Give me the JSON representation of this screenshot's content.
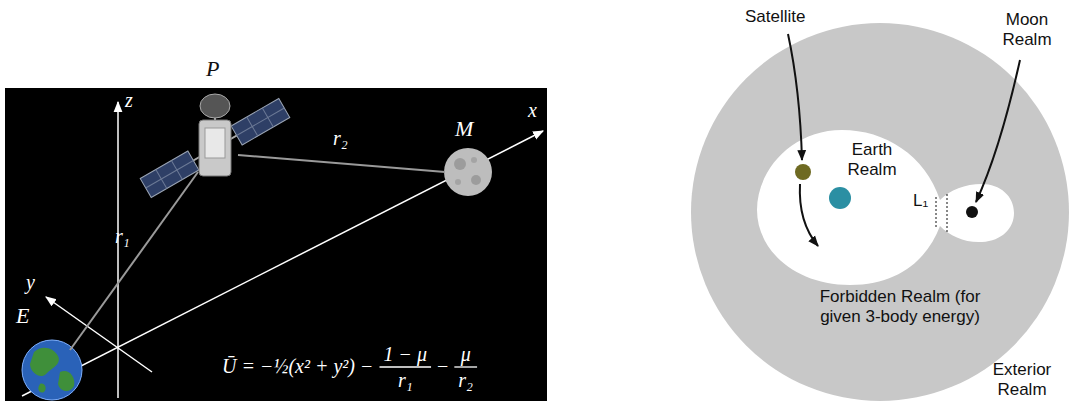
{
  "diagram": {
    "labels": [
      "P",
      "z",
      "M",
      "x",
      "r₁",
      "r₂",
      "y",
      "E",
      "Ū = −½(x² + y²) −",
      "1 − μ",
      "r₁",
      "−",
      "μ",
      "r₂",
      "Satellite",
      "Moon Realm",
      "Earth Realm",
      "L₁",
      "Forbidden Realm (for given 3-body energy)",
      "Exterior Realm"
    ]
  }
}
